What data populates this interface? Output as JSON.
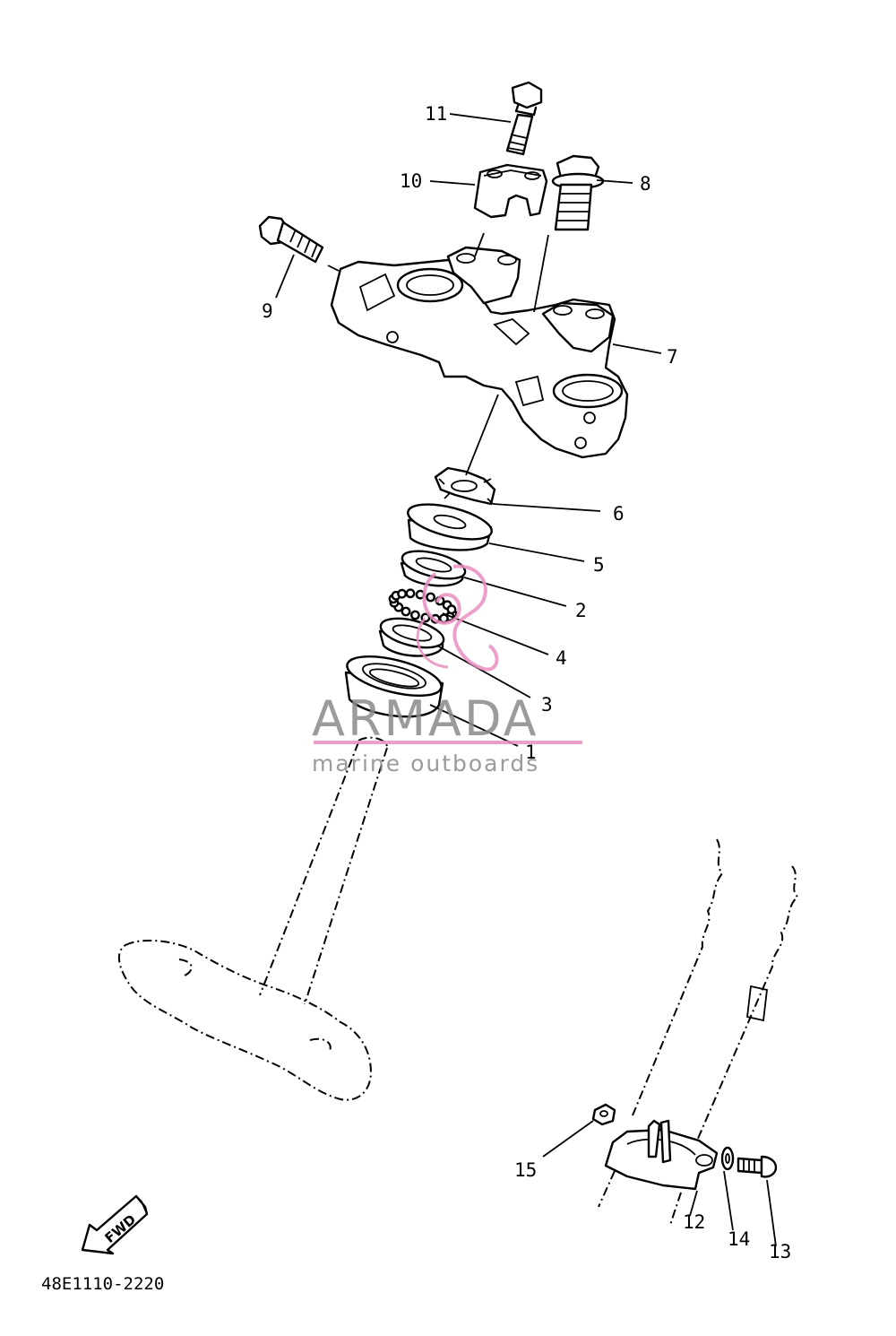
{
  "diagram_code": "48E1110-2220",
  "direction_label": "FWD",
  "watermark": {
    "brand": "ARMADA",
    "tagline": "marine outboards",
    "brand_color": "#8a8a8a",
    "accent_color": "#e88fc0"
  },
  "callouts": [
    {
      "id": "p11",
      "label": "11"
    },
    {
      "id": "p10",
      "label": "10"
    },
    {
      "id": "p8",
      "label": "8"
    },
    {
      "id": "p9",
      "label": "9"
    },
    {
      "id": "p7",
      "label": "7"
    },
    {
      "id": "p6",
      "label": "6"
    },
    {
      "id": "p5",
      "label": "5"
    },
    {
      "id": "p2",
      "label": "2"
    },
    {
      "id": "p4",
      "label": "4"
    },
    {
      "id": "p3",
      "label": "3"
    },
    {
      "id": "p1",
      "label": "1"
    },
    {
      "id": "p15",
      "label": "15"
    },
    {
      "id": "p12",
      "label": "12"
    },
    {
      "id": "p14",
      "label": "14"
    },
    {
      "id": "p13",
      "label": "13"
    }
  ]
}
